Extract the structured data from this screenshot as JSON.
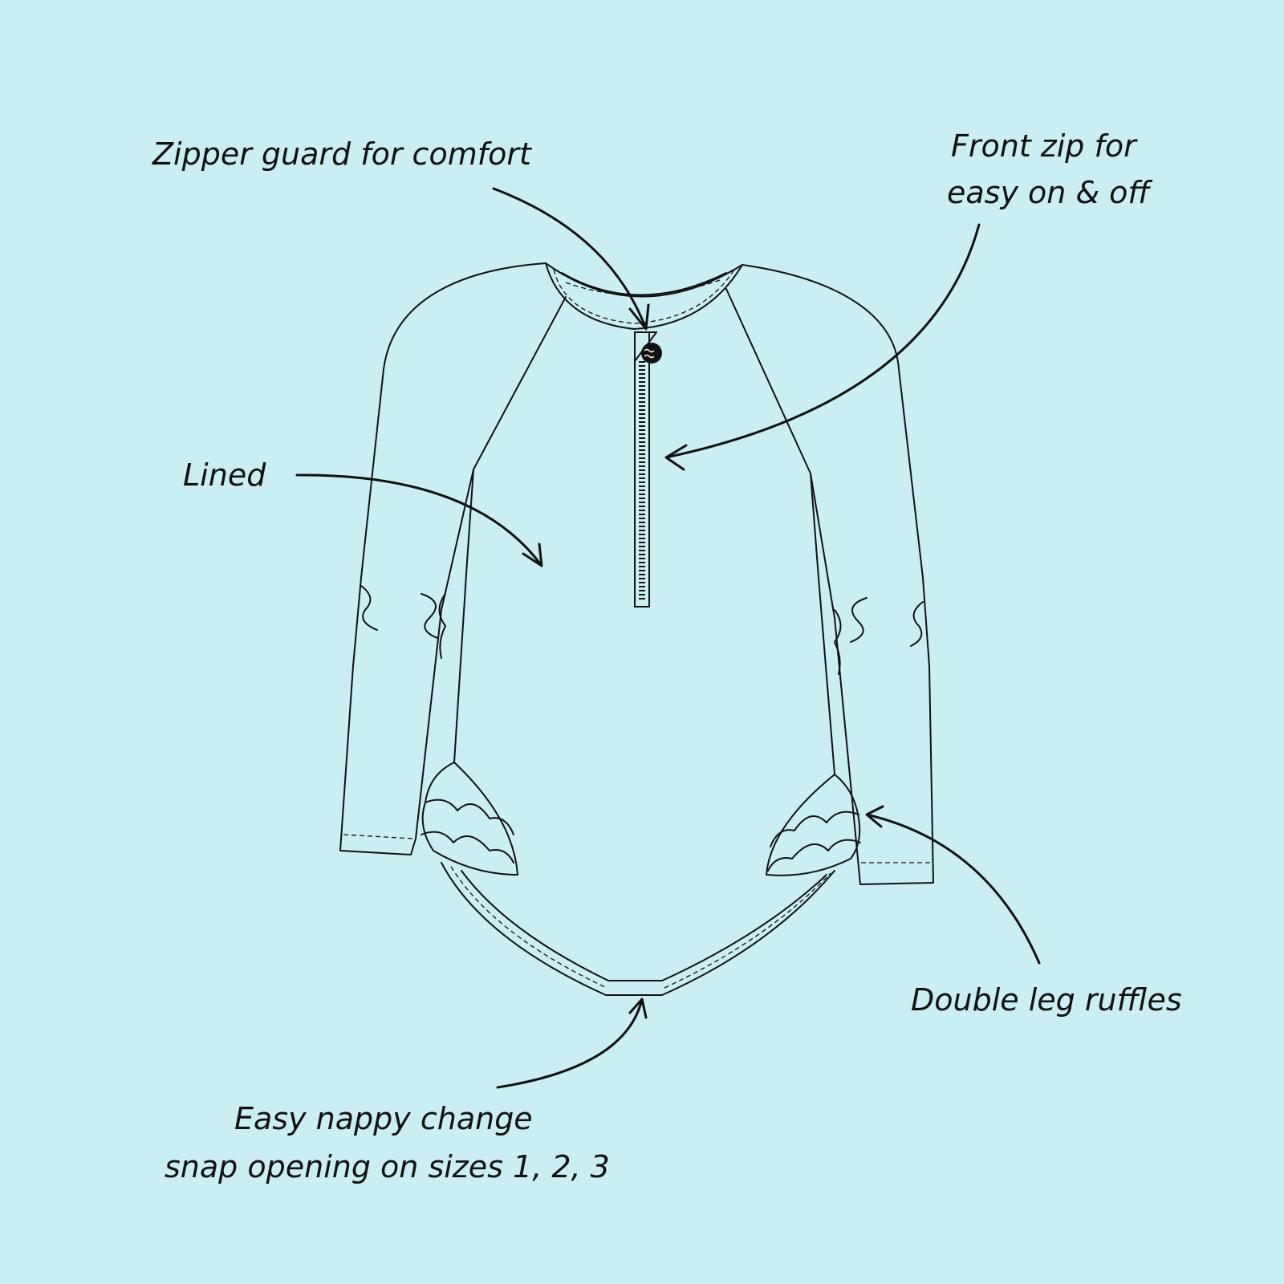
{
  "background_color": "#c9eff3",
  "callouts": {
    "zipper_guard": "Zipper guard for comfort",
    "front_zip_line1": "Front zip for",
    "front_zip_line2": "easy on & off",
    "lined": "Lined",
    "double_leg_ruffles": "Double leg ruffles",
    "nappy_line1": "Easy nappy change",
    "nappy_line2": "snap opening on sizes 1, 2, 3"
  }
}
